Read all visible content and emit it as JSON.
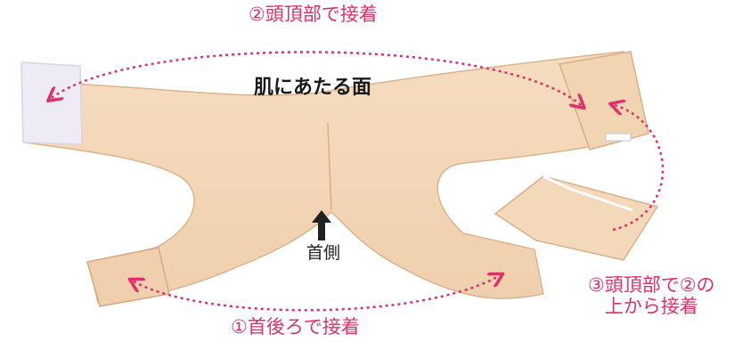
{
  "labels": {
    "top_instruction": "②頭頂部で接着",
    "bottom_instruction": "①首後ろで接着",
    "right_instruction_line1": "③頭頂部で②の",
    "right_instruction_line2": "上から接着",
    "skin_side": "肌にあたる面",
    "neck_side": "首側"
  },
  "colors": {
    "annotation": "#e0306a",
    "fabric": "#f3d6b6",
    "fabric_shadow": "#e3bd97",
    "velcro_hook": "#eeeaf6",
    "skin_text": "#1a1a1a"
  },
  "icons": {
    "neck_arrow": "arrow-up-icon",
    "dotted_arrows": "curved-dotted-arrow-icon"
  }
}
